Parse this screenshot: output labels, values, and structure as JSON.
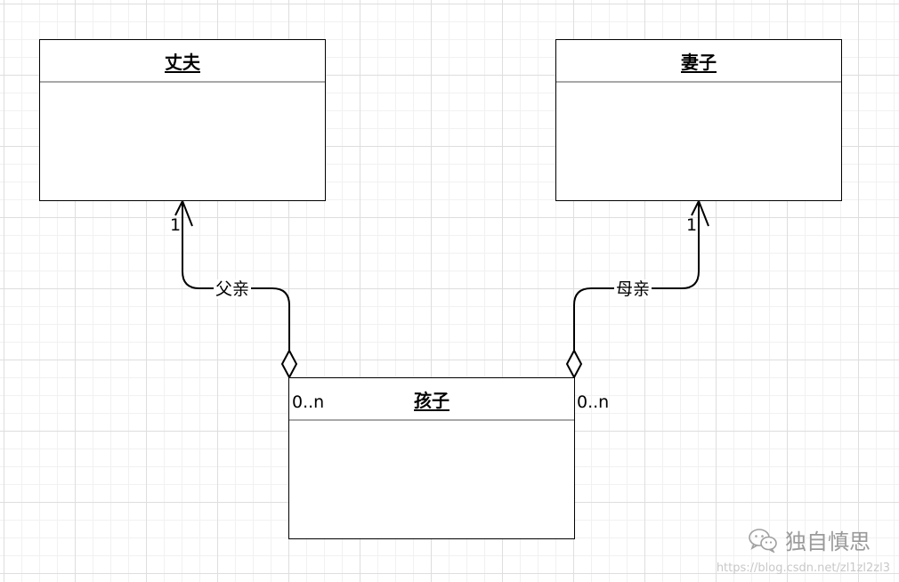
{
  "classes": {
    "husband": {
      "name": "丈夫"
    },
    "wife": {
      "name": "妻子"
    },
    "child": {
      "name": "孩子"
    }
  },
  "associations": {
    "father": {
      "role": "父亲",
      "target_multiplicity": "1",
      "source_multiplicity": "0..n",
      "type": "aggregation"
    },
    "mother": {
      "role": "母亲",
      "target_multiplicity": "1",
      "source_multiplicity": "0..n",
      "type": "aggregation"
    }
  },
  "watermark": {
    "text": "独自慎思",
    "icon": "wechat-icon",
    "url": "https://blog.csdn.net/zl1zl2zl3"
  },
  "colors": {
    "line": "#000000",
    "grid": "#dedede",
    "divider": "#a8a8a8",
    "watermark": "#9a9a9a"
  }
}
